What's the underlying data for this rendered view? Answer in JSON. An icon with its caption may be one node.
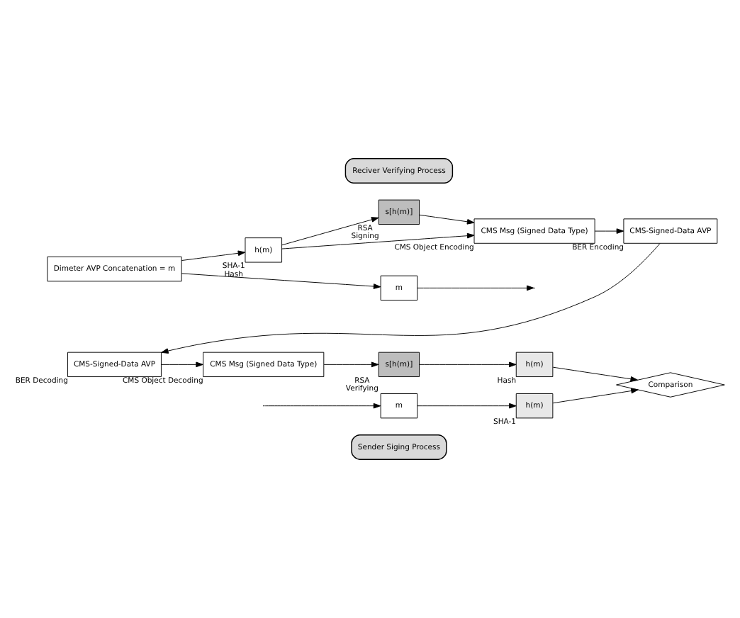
{
  "diagram": {
    "nodes": [
      {
        "text": [
          "Sender Siging Process"
        ]
      },
      {
        "text": [
          "Dimeter AVP Concatenation = m"
        ]
      },
      {
        "text": [
          "h(m)"
        ],
        "beside": [
          "SHA-1",
          "Hash"
        ]
      },
      {
        "text": [
          "m"
        ]
      },
      {
        "text": [
          "s[h(m)]"
        ],
        "beside": [
          "RSA",
          "Signing"
        ]
      },
      {
        "text": [
          "CMS Msg (Signed Data Type)"
        ],
        "beside": [
          "CMS Object Encoding"
        ]
      },
      {
        "text": [
          "CMS-Signed-Data AVP"
        ],
        "beside": [
          "BER Encoding"
        ]
      },
      {
        "text": [
          "Reciver Verifying Process"
        ]
      },
      {
        "text": [
          "CMS-Signed-Data AVP"
        ],
        "beside": [
          "BER Decoding"
        ]
      },
      {
        "text": [
          "CMS Msg (Signed Data Type)"
        ],
        "beside": [
          "CMS Object Decoding"
        ]
      },
      {
        "text": [
          "m"
        ]
      },
      {
        "text": [
          "s[h(m)]"
        ],
        "beside": [
          "RSA",
          "Verifying"
        ]
      },
      {
        "text": [
          "h(m)"
        ],
        "beside": [
          "SHA-1"
        ]
      },
      {
        "text": [
          "h(m)"
        ],
        "beside": [
          "Hash"
        ]
      },
      {
        "text": [
          "Comparison"
        ]
      }
    ],
    "edges": [
      {
        "from": 1,
        "to": 3,
        "arrow": "to"
      },
      {
        "from": 1,
        "to": 2,
        "arrow": "to"
      },
      {
        "from": 3,
        "to": null,
        "arrow": "to"
      },
      {
        "from": 2,
        "to": 4,
        "arrow": "to"
      },
      {
        "from": 2,
        "to": 5,
        "arrow": "to"
      },
      {
        "from": 4,
        "to": 5,
        "arrow": "to"
      },
      {
        "from": 5,
        "to": 6,
        "arrow": "to"
      },
      {
        "from": 6,
        "to": 8,
        "arrow": "to"
      },
      {
        "from": null,
        "to": 10,
        "arrow": "to"
      },
      {
        "from": 8,
        "to": 9,
        "arrow": "to"
      },
      {
        "from": 9,
        "to": 11,
        "arrow": "to"
      },
      {
        "from": 10,
        "to": 12,
        "arrow": "to"
      },
      {
        "from": 11,
        "to": 13,
        "arrow": "to"
      },
      {
        "from": 12,
        "to": 14,
        "arrow": "to"
      },
      {
        "from": 13,
        "to": 14,
        "arrow": "to"
      }
    ]
  }
}
